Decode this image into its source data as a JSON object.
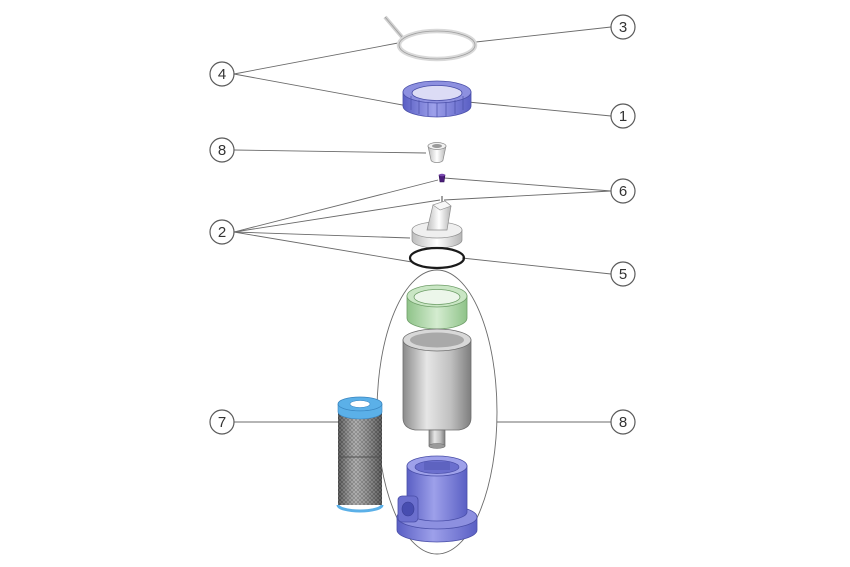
{
  "callouts": [
    {
      "id": "c1",
      "label": "1"
    },
    {
      "id": "c2",
      "label": "2"
    },
    {
      "id": "c3",
      "label": "3"
    },
    {
      "id": "c4",
      "label": "4"
    },
    {
      "id": "c5",
      "label": "5"
    },
    {
      "id": "c6",
      "label": "6"
    },
    {
      "id": "c7",
      "label": "7"
    },
    {
      "id": "c8a",
      "label": "8"
    },
    {
      "id": "c8b",
      "label": "8"
    }
  ],
  "colors": {
    "background": "#ffffff",
    "lock_ring": "#7b7fd6",
    "base_housing": "#7c80d8",
    "seal_ring": "#b7ddb0",
    "filter_cap": "#5bb0e8",
    "canister": "#c4c4c4",
    "valve_knob": "#4b1e7a",
    "oring": "#1a1a1a"
  },
  "icons": [
    "lock-ring-icon",
    "wire-gasket-icon",
    "adapter-icon",
    "valve-knob-icon",
    "top-cap-icon",
    "o-ring-icon",
    "seal-ring-icon",
    "canister-icon",
    "base-housing-icon",
    "filter-cartridge-icon"
  ]
}
